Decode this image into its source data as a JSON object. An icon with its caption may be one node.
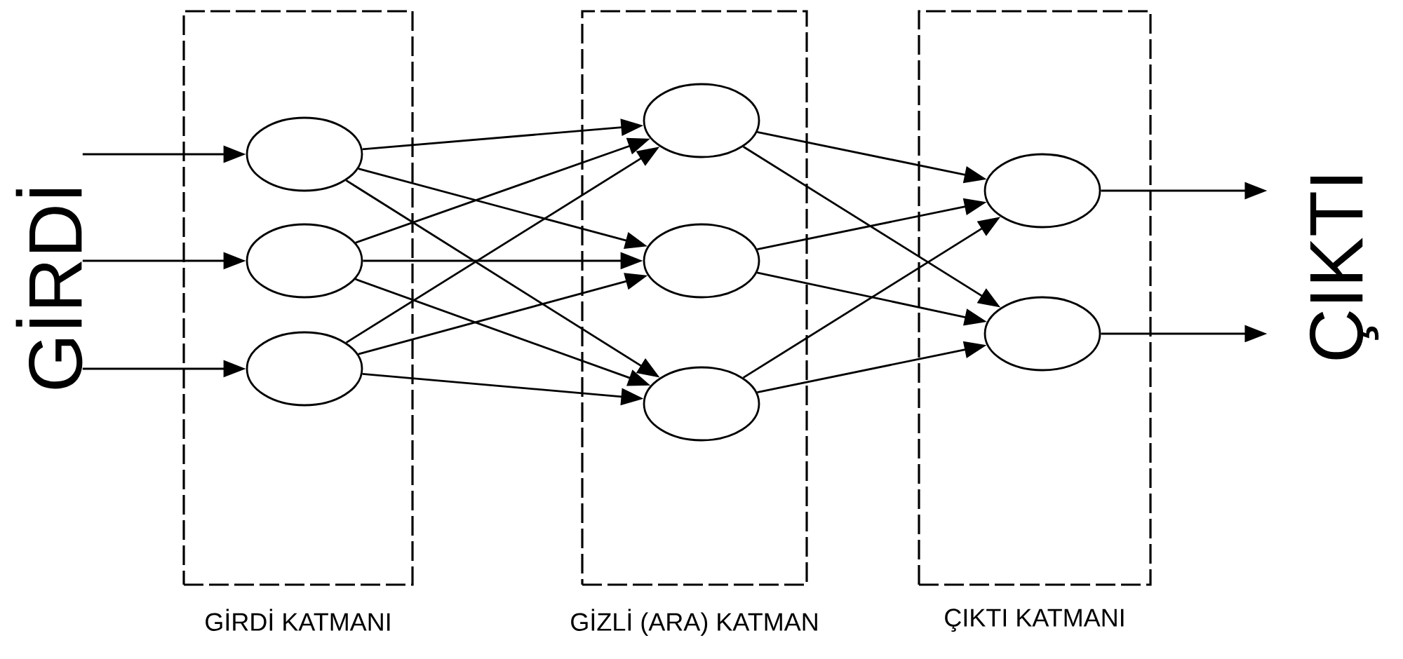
{
  "diagram": {
    "nodes": [
      {
        "text": [
          "GİRDİ KATMANI"
        ]
      },
      {
        "text": [
          "GİZLİ (ARA) KATMAN"
        ]
      },
      {
        "text": [
          "ÇIKTI KATMANI"
        ]
      },
      {
        "text": [],
        "shape": "circle",
        "in": 0
      },
      {
        "text": [],
        "shape": "circle",
        "in": 0
      },
      {
        "text": [],
        "shape": "circle",
        "in": 0
      },
      {
        "text": [],
        "shape": "circle",
        "in": 1
      },
      {
        "text": [],
        "shape": "circle",
        "in": 1
      },
      {
        "text": [],
        "shape": "circle",
        "in": 1
      },
      {
        "text": [],
        "shape": "circle",
        "in": 2
      },
      {
        "text": [],
        "shape": "circle",
        "in": 2
      },
      {
        "text": [
          "GİRDİ"
        ]
      },
      {
        "text": [
          "ÇIKTI"
        ]
      }
    ],
    "edges": [
      {
        "from": 11,
        "to": 3,
        "arrow": "to"
      },
      {
        "from": 11,
        "to": 4,
        "arrow": "to"
      },
      {
        "from": 11,
        "to": 5,
        "arrow": "to"
      },
      {
        "from": 3,
        "to": 6,
        "arrow": "to"
      },
      {
        "from": 3,
        "to": 7,
        "arrow": "to"
      },
      {
        "from": 3,
        "to": 8,
        "arrow": "to"
      },
      {
        "from": 4,
        "to": 6,
        "arrow": "to"
      },
      {
        "from": 4,
        "to": 7,
        "arrow": "to"
      },
      {
        "from": 4,
        "to": 8,
        "arrow": "to"
      },
      {
        "from": 5,
        "to": 6,
        "arrow": "to"
      },
      {
        "from": 5,
        "to": 7,
        "arrow": "to"
      },
      {
        "from": 5,
        "to": 8,
        "arrow": "to"
      },
      {
        "from": 6,
        "to": 9,
        "arrow": "to"
      },
      {
        "from": 6,
        "to": 10,
        "arrow": "to"
      },
      {
        "from": 7,
        "to": 9,
        "arrow": "to"
      },
      {
        "from": 7,
        "to": 10,
        "arrow": "to"
      },
      {
        "from": 8,
        "to": 9,
        "arrow": "to"
      },
      {
        "from": 8,
        "to": 10,
        "arrow": "to"
      },
      {
        "from": 9,
        "to": 12,
        "arrow": "to"
      },
      {
        "from": 10,
        "to": 12,
        "arrow": "to"
      }
    ]
  }
}
